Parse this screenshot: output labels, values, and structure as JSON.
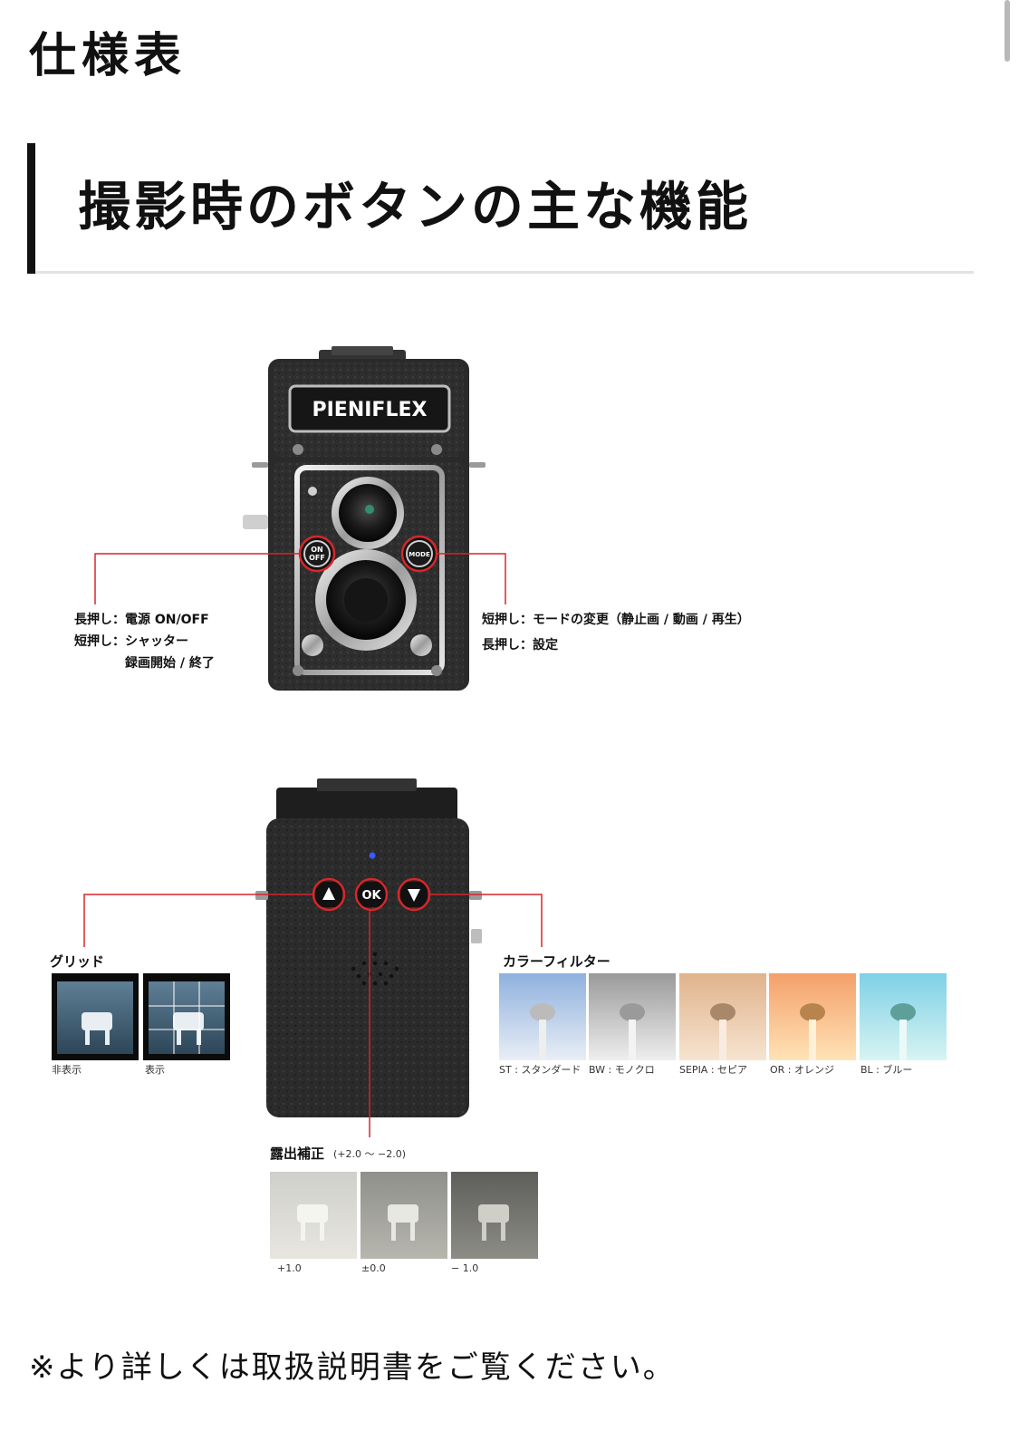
{
  "page": {
    "title": "仕様表",
    "section_title": "撮影時のボタンの主な機能",
    "note": "※より詳しくは取扱説明書をご覧ください。"
  },
  "front_figure": {
    "brand": "PIENIFLEX",
    "button_onoff_line1": "ON",
    "button_onoff_line2": "OFF",
    "button_mode": "MODE",
    "left_labels": [
      "長押し：電源 ON/OFF",
      "短押し：シャッター",
      "録画開始 / 終了"
    ],
    "right_labels": [
      "短押し：モードの変更（静止画 / 動画 / 再生）",
      "長押し：設定"
    ]
  },
  "back_figure": {
    "up_icon": "triangle-up-icon",
    "ok_label": "OK",
    "down_icon": "triangle-down-icon",
    "grid": {
      "heading": "グリッド",
      "captions": [
        "非表示",
        "表示"
      ]
    },
    "color_filter": {
      "heading": "カラーフィルター",
      "captions": [
        "ST : スタンダード",
        "BW : モノクロ",
        "SEPIA : セピア",
        "OR : オレンジ",
        "BL : ブルー"
      ]
    },
    "exposure": {
      "heading": "露出補正",
      "range": "(+2.0 〜 −2.0)",
      "captions": [
        "+1.0",
        "±0.0",
        "− 1.0"
      ]
    }
  },
  "colors": {
    "callout_line": "#d8262a",
    "camera_body": "#2b2b2b",
    "status_led": "#3b5bff"
  }
}
